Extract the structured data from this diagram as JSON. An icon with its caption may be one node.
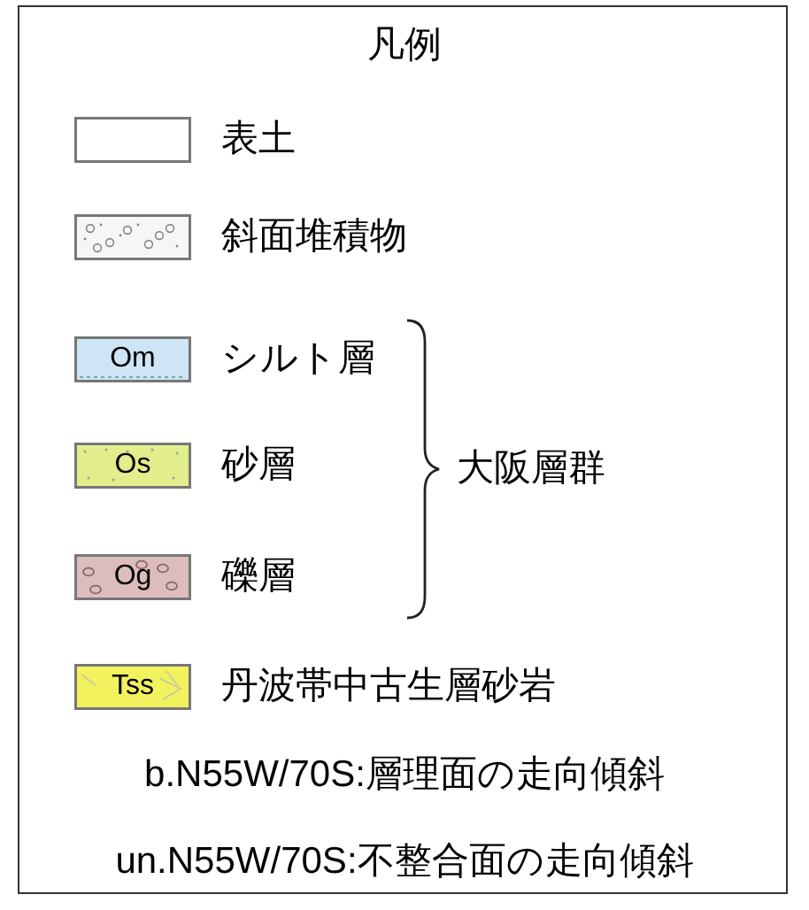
{
  "diagram": {
    "title": "凡例",
    "legend": [
      {
        "text": "表土"
      },
      {
        "text": "斜面堆積物",
        "color": "#f6f6f4"
      },
      {
        "text": "シルト層",
        "color": "#cde5f4"
      },
      {
        "text": "砂層",
        "color": "#e2ee8c"
      },
      {
        "text": "礫層",
        "color": "#dcbcbc"
      },
      {
        "text": "丹波帯中古生層砂岩",
        "color": "#f2f25e"
      }
    ],
    "labels": [
      "Om",
      "Os",
      "大阪層群",
      "Og",
      "Tss",
      "b.N55W/70S:層理面の走向傾斜",
      "un.N55W/70S:不整合面の走向傾斜"
    ]
  }
}
